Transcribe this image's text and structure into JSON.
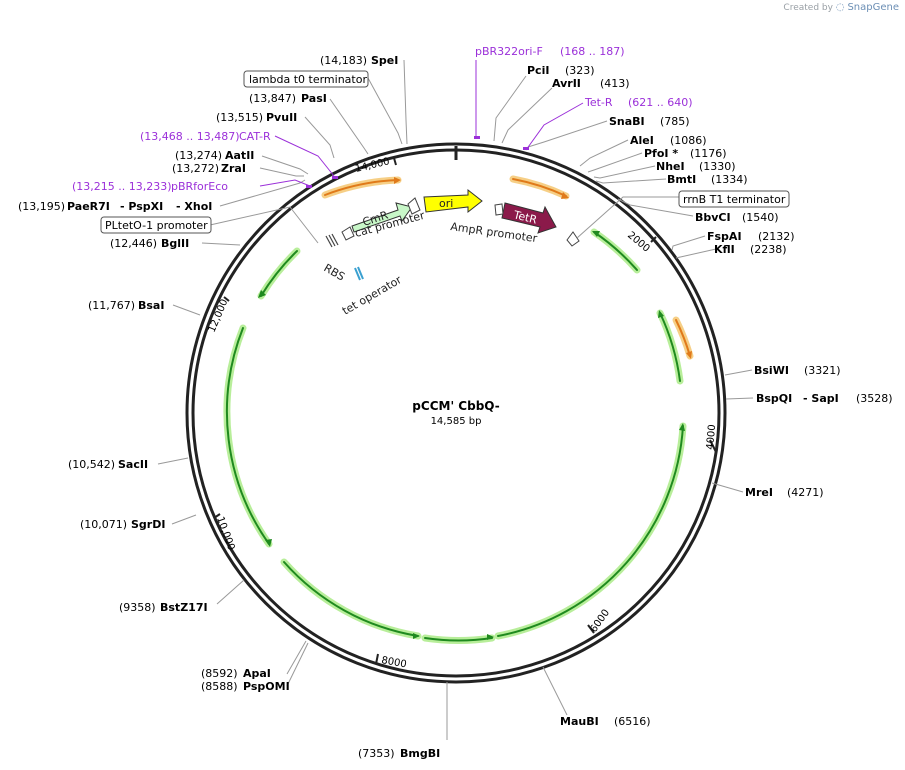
{
  "credit": {
    "prefix": "Created by",
    "brand": "SnapGene"
  },
  "plasmid": {
    "name": "pCCM' CbbQ-",
    "length_label": "14,585 bp"
  },
  "ticks": [
    "2000",
    "4000",
    "6000",
    "8000",
    "10,000",
    "12,000",
    "14,000"
  ],
  "sites_right": [
    {
      "name": "PciI",
      "pos": "(323)"
    },
    {
      "name": "AvrII",
      "pos": "(413)"
    },
    {
      "name": "SnaBI",
      "pos": "(785)"
    },
    {
      "name": "AleI",
      "pos": "(1086)"
    },
    {
      "name": "PfoI *",
      "pos": "(1176)"
    },
    {
      "name": "NheI",
      "pos": "(1330)"
    },
    {
      "name": "BmtI",
      "pos": "(1334)"
    },
    {
      "name": "BbvCI",
      "pos": "(1540)"
    },
    {
      "name": "FspAI",
      "pos": "(2132)"
    },
    {
      "name": "KflI",
      "pos": "(2238)"
    },
    {
      "name": "BsiWI",
      "pos": "(3321)"
    },
    {
      "name": "BspQI",
      "sep": "- SapI",
      "pos": "(3528)"
    },
    {
      "name": "MreI",
      "pos": "(4271)"
    },
    {
      "name": "MauBI",
      "pos": "(6516)"
    }
  ],
  "sites_left": [
    {
      "name": "SpeI",
      "pos": "(14,183)"
    },
    {
      "name": "PasI",
      "pos": "(13,847)"
    },
    {
      "name": "PvuII",
      "pos": "(13,515)"
    },
    {
      "name": "AatII",
      "pos": "(13,274)"
    },
    {
      "name": "ZraI",
      "pos": "(13,272)"
    },
    {
      "name": "PaeR7I",
      "sep1": "- PspXI",
      "sep2": "- XhoI",
      "pos": "(13,195)"
    },
    {
      "name": "BglII",
      "pos": "(12,446)"
    },
    {
      "name": "BsaI",
      "pos": "(11,767)"
    },
    {
      "name": "SacII",
      "pos": "(10,542)"
    },
    {
      "name": "SgrDI",
      "pos": "(10,071)"
    },
    {
      "name": "BstZ17I",
      "pos": "(9358)"
    },
    {
      "name": "ApaI",
      "pos": "(8592)"
    },
    {
      "name": "PspOMI",
      "pos": "(8588)"
    },
    {
      "name": "BmgBI",
      "pos": "(7353)"
    }
  ],
  "primers": [
    {
      "name": "pBR322ori-F",
      "range": "(168 .. 187)"
    },
    {
      "name": "Tet-R",
      "range": "(621 .. 640)"
    },
    {
      "name": "CAT-R",
      "range": "(13,468 .. 13,487)"
    },
    {
      "name": "pBRforEco",
      "range": "(13,215 .. 13,233)"
    }
  ],
  "boxed_features": {
    "lambda_t0": "lambda t0 terminator",
    "rrnb_t1": "rrnB T1 terminator",
    "pltet": "PLtetO-1 promoter"
  },
  "inner_features": {
    "cmr": "CmR",
    "ori": "ori",
    "tetr": "TetR",
    "cat_promoter": "cat promoter",
    "ampr_promoter": "AmpR promoter",
    "rbs": "RBS",
    "tet_operator": "tet operator"
  },
  "colors": {
    "backbone": "#222222",
    "site_label": "#000000",
    "primer": "#9b30d9",
    "leader": "#999999",
    "cds_green_fill": "#1f8a1f",
    "cds_green_glow": "#b8ee9a",
    "orange_fill": "#e07a1a",
    "orange_glow": "#f6cf86",
    "ori_fill": "#ffff00",
    "cmr_fill": "#c8f7c8",
    "tetr_fill": "#8b1a4a"
  }
}
